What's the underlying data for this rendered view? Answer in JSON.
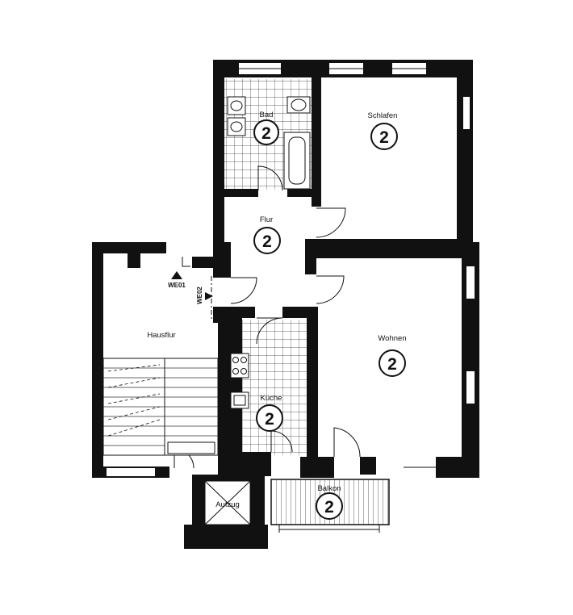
{
  "rooms": [
    {
      "id": "bad",
      "label": "Bad",
      "unit": "2"
    },
    {
      "id": "schlafen",
      "label": "Schlafen",
      "unit": "2"
    },
    {
      "id": "flur",
      "label": "Flur",
      "unit": "2"
    },
    {
      "id": "wohnen",
      "label": "Wohnen",
      "unit": "2"
    },
    {
      "id": "kueche",
      "label": "Küche",
      "unit": "2"
    },
    {
      "id": "balkon",
      "label": "Balkon",
      "unit": "2"
    },
    {
      "id": "hausflur",
      "label": "Hausflur"
    },
    {
      "id": "aufzug",
      "label": "Aufzug"
    }
  ],
  "entrances": [
    {
      "id": "we01",
      "label": "WE01"
    },
    {
      "id": "we02",
      "label": "WE02"
    }
  ]
}
